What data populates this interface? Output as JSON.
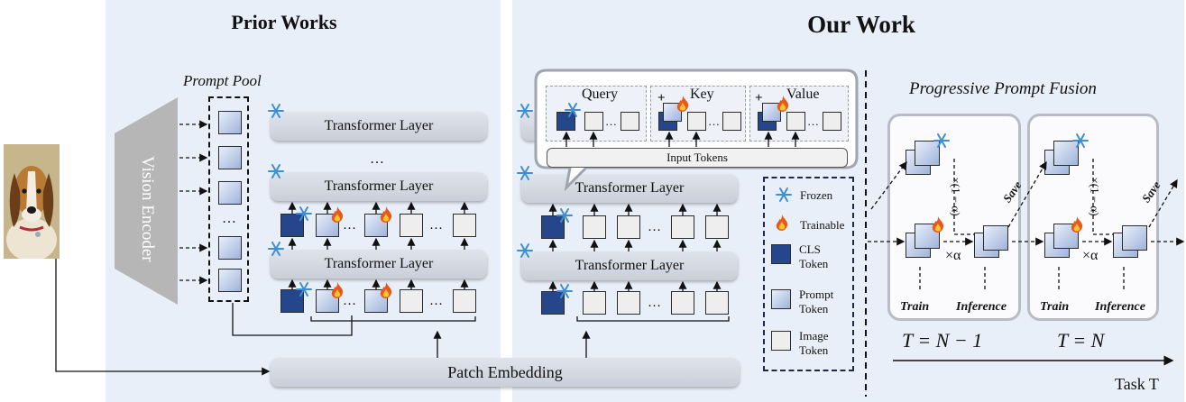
{
  "sections": {
    "prior_works": "Prior Works",
    "our_work": "Our Work"
  },
  "prior": {
    "prompt_pool": "Prompt Pool",
    "encoder": "Vision Encoder",
    "layer_label": "Transformer Layer",
    "dots": "…"
  },
  "ours": {
    "layer_label": "Transformer Layer",
    "attn": {
      "query": "Query",
      "key": "Key",
      "value": "Value",
      "plus": "+",
      "input_tokens": "Input Tokens"
    }
  },
  "shared": {
    "patch_embedding": "Patch Embedding"
  },
  "legend": {
    "frozen": "Frozen",
    "trainable": "Trainable",
    "cls": "CLS Token",
    "prompt": "Prompt Token",
    "image": "Image Token"
  },
  "fusion": {
    "title": "Progressive Prompt Fusion",
    "train": "Train",
    "inference": "Inference",
    "save": "Save",
    "alpha": "×α",
    "one_minus_alpha": "×(1 − α)",
    "task_prev": "T = N − 1",
    "task_cur": "T = N",
    "task_axis": "Task T"
  },
  "colors": {
    "panel_bg": "#e9eff8",
    "cls_token": "#25468a",
    "prompt_token": "#9fb3da",
    "image_token": "#eeeeee",
    "layer_bar": "#d3d8e1"
  },
  "icons": {
    "frozen": "snowflake-icon",
    "trainable": "flame-icon"
  }
}
